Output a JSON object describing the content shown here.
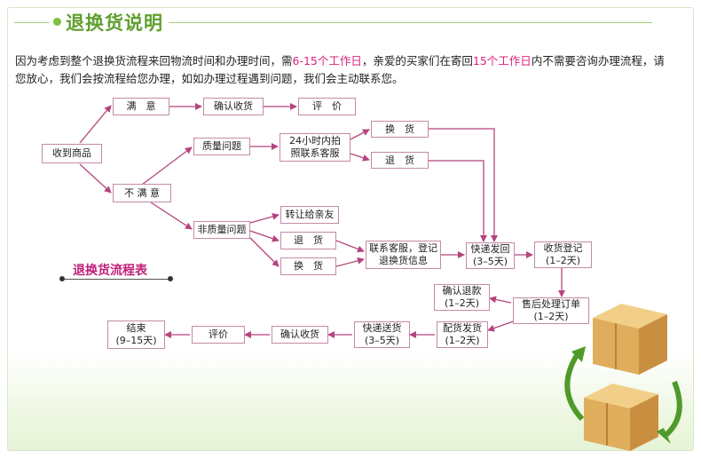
{
  "title": "退换货说明",
  "intro": {
    "p1": "因为考虑到整个退换货流程来回物流时间和办理时间，需",
    "hl1": "6-15个工作日",
    "p2": "，亲爱的买家们在寄回",
    "hl2": "15个工作日",
    "p3": "内不需要咨询办理流程，请您放心，我们会按流程给您办理，如如办理过程遇到问题，我们会主动联系您。"
  },
  "legend": "退换货流程表",
  "boxes": {
    "received": "收到商品",
    "satisfied": "满　意",
    "confirm1": "确认收货",
    "review1": "评　价",
    "unsatisfied": "不 满 意",
    "quality": "质量问题",
    "photo": "24小时内拍\n照联系客服",
    "exchange_q": "换　货",
    "return_q": "退　货",
    "nonquality": "非质量问题",
    "transfer": "转让给亲友",
    "return_n": "退　货",
    "exchange_n": "换　货",
    "contact": "联系客服，登记\n退换货信息",
    "ship_back": "快递发回\n(3–5天)",
    "receipt": "收货登记\n(1–2天)",
    "aftersale": "售后处理订单\n(1–2天)",
    "refund": "确认退款\n(1–2天)",
    "dispatch": "配货发货\n(1–2天)",
    "deliver": "快递送货\n(3–5天)",
    "confirm2": "确认收货",
    "review2": "评价",
    "end": "结束\n(9–15天)"
  },
  "colors": {
    "accent": "#5f9f2f",
    "highlight": "#e0207e",
    "arrow": "#b4457e",
    "cycle": "#4f9a2a"
  },
  "icons": [
    "carton-box-icon",
    "cycle-arrow-icon"
  ]
}
